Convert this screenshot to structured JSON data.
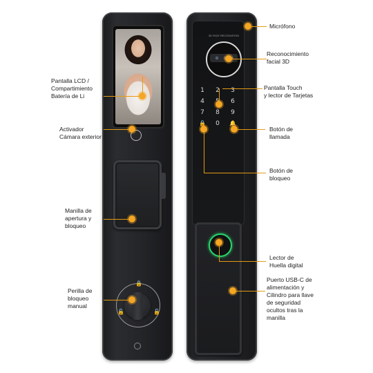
{
  "labels": {
    "lcd": "Pantalla LCD /\nCompartimiento\nBatería de Li",
    "camera_activator": "Activador\nCámara exterior",
    "handle": "Manilla de\napertura y\nbloqueo",
    "knob": "Perilla de\nbloqueo\nmanual",
    "microphone": "Micrófono",
    "face_recognition": "Reconocimiento\nfacial 3D",
    "touch_screen": "Pantalla Touch\ny lector de Tarjetas",
    "call_button": "Botón de\nllamada",
    "lock_button": "Botón de\nbloqueo",
    "fingerprint": "Lector de\nHuella digital",
    "usb_port": "Puerto USB-C de\nalimentación y\nCilindro para llave\nde seguridad\nocultos tras la\nmanilla"
  },
  "keypad": [
    "1",
    "2",
    "3",
    "4",
    "5",
    "6",
    "7",
    "8",
    "9",
    "🔒",
    "0",
    "🔔"
  ],
  "camera_badge": "3D FACE RECOGNITION",
  "colors": {
    "accent": "#f5a623",
    "fingerprint_ring": "#28d46d",
    "body": "#1f2022"
  }
}
